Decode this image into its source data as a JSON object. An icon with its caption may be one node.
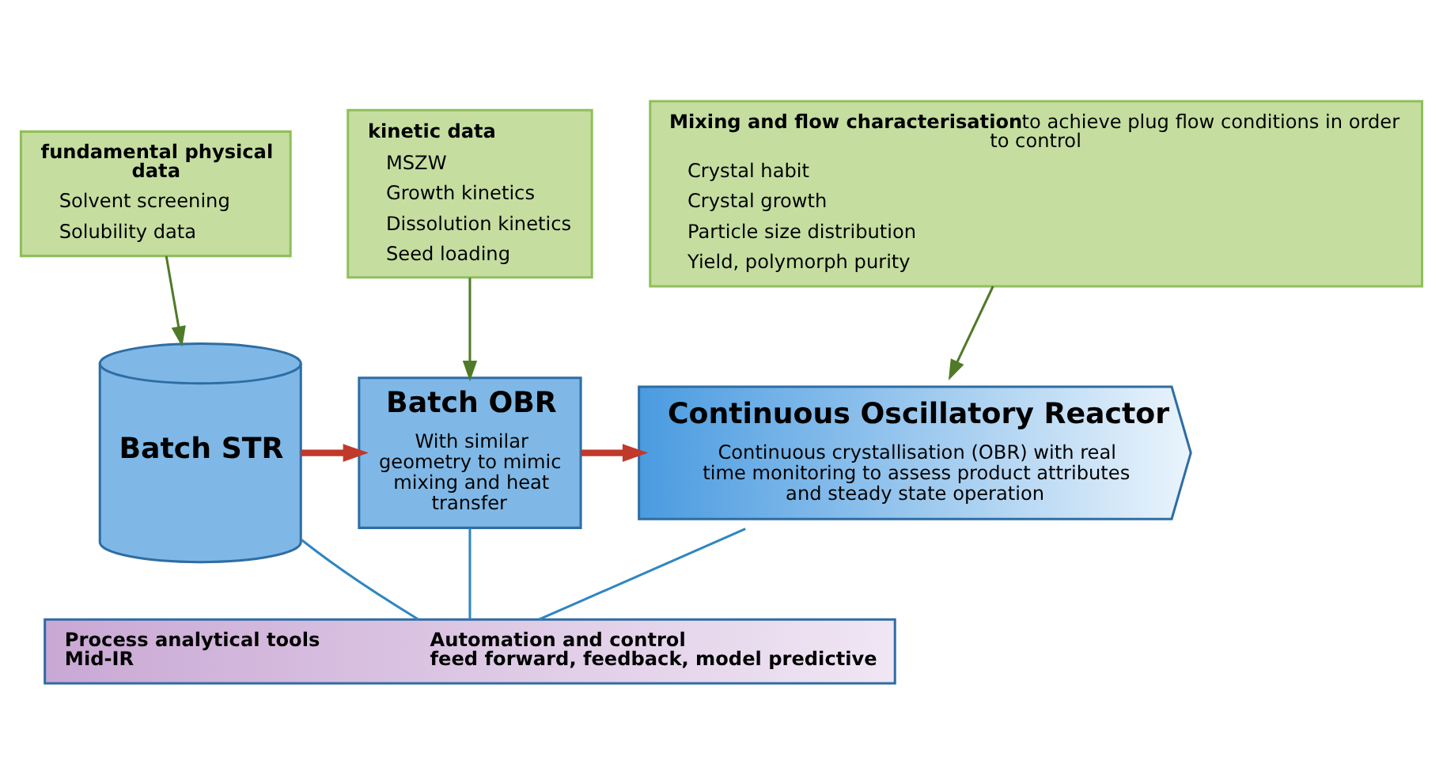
{
  "diagram": {
    "nodes": [
      {
        "text": [
          "fundamental physical data",
          "Solvent screening",
          "Solubility data"
        ]
      },
      {
        "text": [
          "kinetic data",
          "MSZW",
          "Growth kinetics",
          "Dissolution kinetics",
          "Seed loading"
        ]
      },
      {
        "text": [
          "Mixing and flow characterisation",
          "to achieve plug flow conditions in order to control",
          "Crystal habit",
          "Crystal growth",
          "Particle size distribution",
          "Yield, polymorph purity"
        ]
      },
      {
        "text": [
          "Batch STR"
        ]
      },
      {
        "text": [
          "Batch OBR",
          "With similar geometry to mimic mixing and heat transfer"
        ]
      },
      {
        "text": [
          "Continuous Oscillatory Reactor",
          "Continuous crystallisation (OBR) with real time monitoring to assess product attributes and steady state operation"
        ]
      },
      {
        "text": [
          "Process analytical tools",
          "Mid-IR",
          "Automation and control",
          "feed forward, feedback, model predictive"
        ]
      }
    ],
    "edges": [
      {
        "from": 0,
        "to": 3,
        "arrow": "to",
        "color": "#4f7a28"
      },
      {
        "from": 1,
        "to": 4,
        "arrow": "to",
        "color": "#4f7a28"
      },
      {
        "from": 2,
        "to": 5,
        "arrow": "to",
        "color": "#4f7a28"
      },
      {
        "from": 3,
        "to": 4,
        "arrow": "to",
        "style": "thick",
        "color": "#c0392b"
      },
      {
        "from": 4,
        "to": 5,
        "arrow": "to",
        "style": "thick",
        "color": "#c0392b"
      },
      {
        "from": 3,
        "to": 6,
        "arrow": "none",
        "color": "#2e86c1"
      },
      {
        "from": 4,
        "to": 6,
        "arrow": "none",
        "color": "#2e86c1"
      },
      {
        "from": 5,
        "to": 6,
        "arrow": "none",
        "color": "#2e86c1"
      }
    ]
  }
}
